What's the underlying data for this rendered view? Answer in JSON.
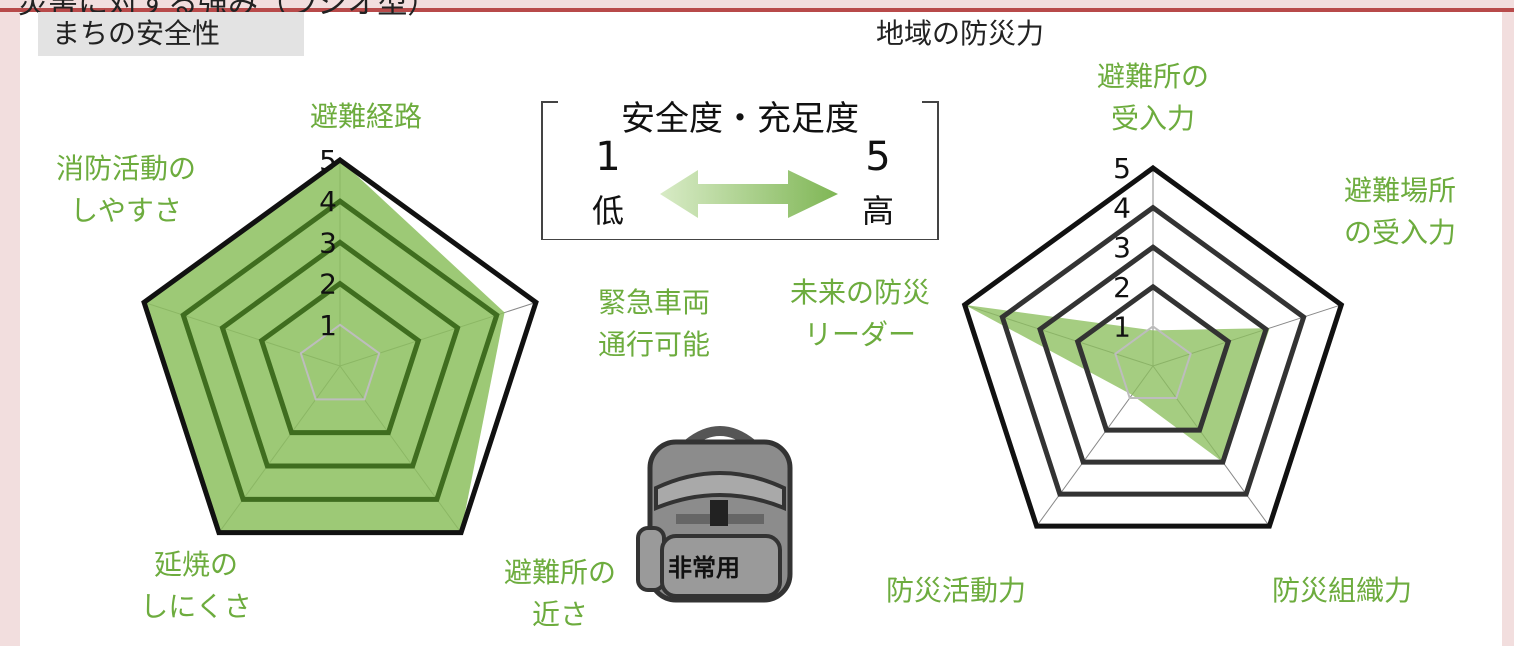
{
  "header": {
    "cut_title": "災害に対する強み（ラジオ型）"
  },
  "colors": {
    "fill": "#8cbf5e",
    "label": "#6dac3e",
    "grid_left": "#3f6d1f",
    "grid_right": "#333333",
    "frame": "#b84a4a"
  },
  "legend": {
    "title": "安全度・充足度",
    "low_value": "1",
    "high_value": "5",
    "low_word": "低",
    "high_word": "高"
  },
  "backpack": {
    "text": "非常用"
  },
  "chart_data": [
    {
      "type": "radar",
      "title": "まちの安全性",
      "axes": [
        "避難経路",
        "緊急車両\n通行可能",
        "避難所の\n近さ",
        "延焼の\nしにくさ",
        "消防活動の\nしやすさ"
      ],
      "scale": {
        "min": 0,
        "max": 5,
        "ticks": [
          "1",
          "2",
          "3",
          "4",
          "5"
        ]
      },
      "series": [
        {
          "values": [
            5,
            4.2,
            5,
            5,
            5
          ]
        }
      ]
    },
    {
      "type": "radar",
      "title": "地域の防災力",
      "axes": [
        "避難所の\n受入力",
        "避難場所\nの受入力",
        "防災組織力",
        "防災活動力",
        "未来の防災\nリーダー"
      ],
      "scale": {
        "min": 0,
        "max": 5,
        "ticks": [
          "1",
          "2",
          "3",
          "4",
          "5"
        ]
      },
      "series": [
        {
          "values": [
            0.9,
            3.1,
            3.0,
            0.9,
            5
          ]
        }
      ]
    }
  ]
}
